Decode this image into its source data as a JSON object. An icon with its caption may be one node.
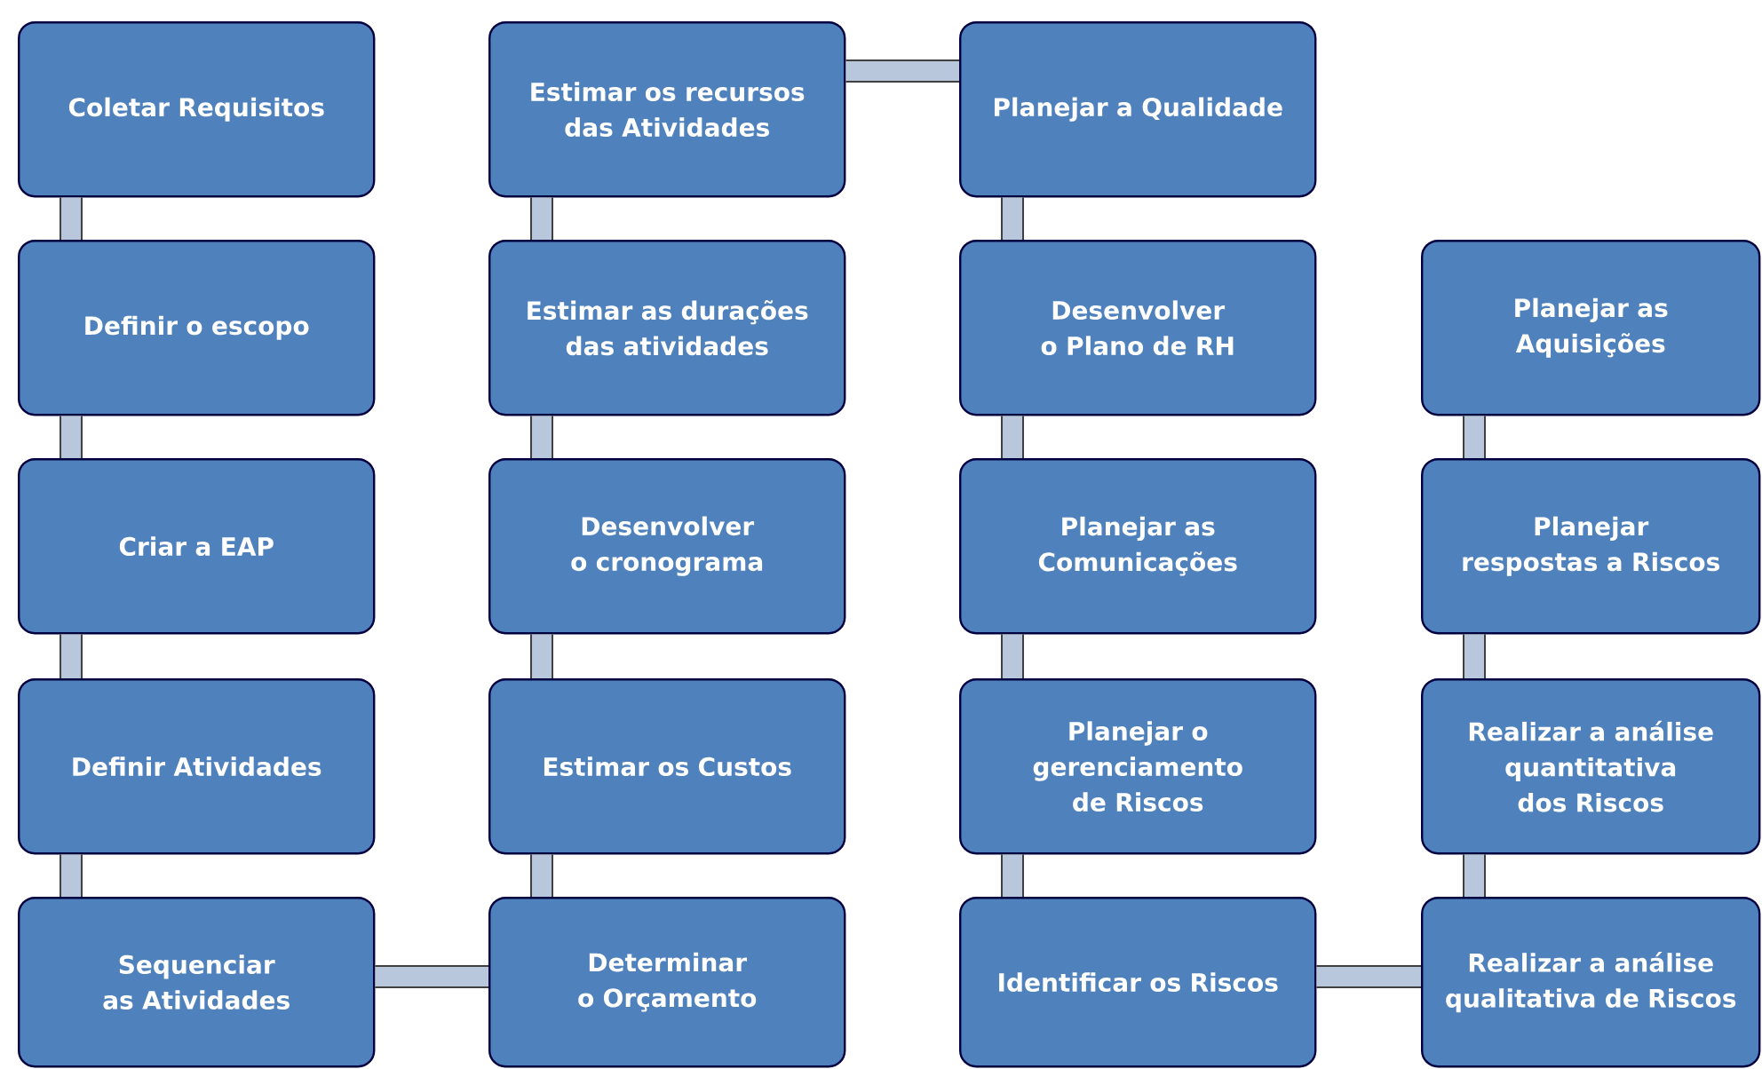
{
  "diagram": {
    "nodes": [
      {
        "text": [
          "Coletar Requisitos"
        ]
      },
      {
        "text": [
          "Definir o escopo"
        ]
      },
      {
        "text": [
          "Criar a EAP"
        ]
      },
      {
        "text": [
          "Definir Atividades"
        ]
      },
      {
        "text": [
          "Sequenciar as Atividades"
        ]
      },
      {
        "text": [
          "Estimar os recursos das Atividades"
        ]
      },
      {
        "text": [
          "Estimar as durações das atividades"
        ]
      },
      {
        "text": [
          "Desenvolver o cronograma"
        ]
      },
      {
        "text": [
          "Estimar os Custos"
        ]
      },
      {
        "text": [
          "Determinar o Orçamento"
        ]
      },
      {
        "text": [
          "Planejar a Qualidade"
        ]
      },
      {
        "text": [
          "Desenvolver o Plano de RH"
        ]
      },
      {
        "text": [
          "Planejar as Comunicações"
        ]
      },
      {
        "text": [
          "Planejar o gerenciamento de Riscos"
        ]
      },
      {
        "text": [
          "Identificar os Riscos"
        ]
      },
      {
        "text": [
          "Planejar as Aquisições"
        ]
      },
      {
        "text": [
          "Planejar respostas a Riscos"
        ]
      },
      {
        "text": [
          "Realizar a análise quantitativa dos Riscos"
        ]
      },
      {
        "text": [
          "Realizar a análise qualitativa de Riscos"
        ]
      }
    ],
    "edges": [
      {
        "from": 0,
        "to": 1,
        "arrow": "none"
      },
      {
        "from": 1,
        "to": 2,
        "arrow": "none"
      },
      {
        "from": 2,
        "to": 3,
        "arrow": "none"
      },
      {
        "from": 3,
        "to": 4,
        "arrow": "none"
      },
      {
        "from": 4,
        "to": 9,
        "arrow": "none"
      },
      {
        "from": 9,
        "to": 8,
        "arrow": "none"
      },
      {
        "from": 8,
        "to": 7,
        "arrow": "none"
      },
      {
        "from": 7,
        "to": 6,
        "arrow": "none"
      },
      {
        "from": 6,
        "to": 5,
        "arrow": "none"
      },
      {
        "from": 5,
        "to": 10,
        "arrow": "none"
      },
      {
        "from": 10,
        "to": 11,
        "arrow": "none"
      },
      {
        "from": 11,
        "to": 12,
        "arrow": "none"
      },
      {
        "from": 12,
        "to": 13,
        "arrow": "none"
      },
      {
        "from": 13,
        "to": 14,
        "arrow": "none"
      },
      {
        "from": 14,
        "to": 18,
        "arrow": "none"
      },
      {
        "from": 18,
        "to": 17,
        "arrow": "none"
      },
      {
        "from": 17,
        "to": 16,
        "arrow": "none"
      },
      {
        "from": 16,
        "to": 15,
        "arrow": "none"
      }
    ]
  }
}
